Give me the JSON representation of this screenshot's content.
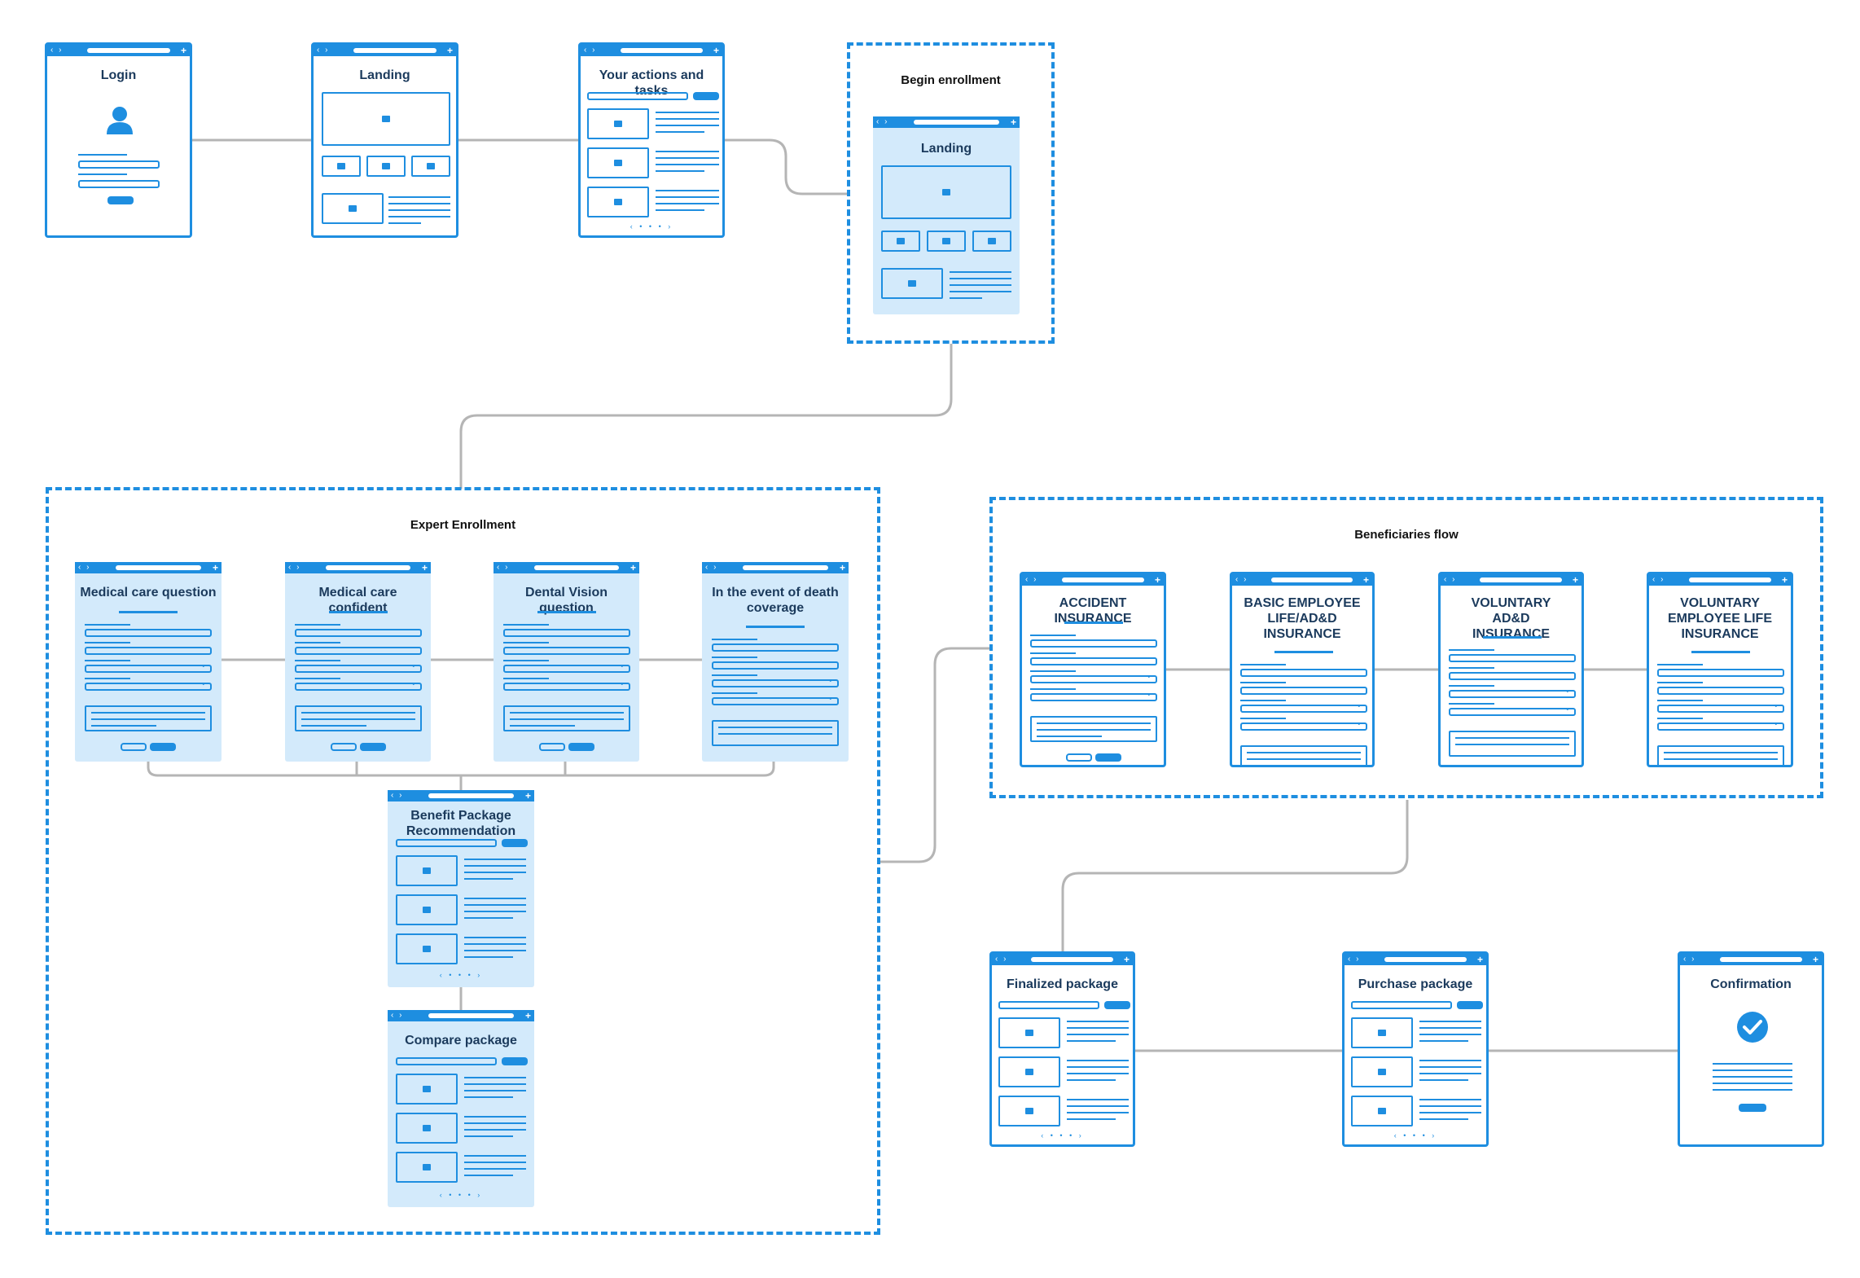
{
  "colors": {
    "accent": "#1e8ee0",
    "fill": "#d3eafb",
    "connector": "#b5b5b5",
    "title_text": "#1b3a5c"
  },
  "icons": {
    "browser_nav": "‹ ›",
    "new_tab": "+",
    "image": "image-icon",
    "user": "user-icon",
    "check": "check-circle-icon",
    "dropdown": "chevron-down-icon",
    "pager": "‹ • • • ›"
  },
  "groups": {
    "begin_enrollment": "Begin enrollment",
    "expert_enrollment": "Expert Enrollment",
    "beneficiaries_flow": "Beneficiaries flow"
  },
  "screens": {
    "login": "Login",
    "landing": "Landing",
    "actions": "Your actions and tasks",
    "landing2": "Landing",
    "medical_q": "Medical care question",
    "medical_conf": "Medical care confident",
    "dental": "Dental Vision question",
    "death": "In the event of death coverage",
    "benefit": "Benefit Package Recommendation",
    "compare": "Compare package",
    "accident": "ACCIDENT INSURANCE",
    "basic_life": "BASIC EMPLOYEE LIFE/AD&D INSURANCE",
    "vol_add": "VOLUNTARY AD&D INSURANCE",
    "vol_life": "VOLUNTARY EMPLOYEE LIFE INSURANCE",
    "finalized": "Finalized package",
    "purchase": "Purchase package",
    "confirmation": "Confirmation"
  }
}
